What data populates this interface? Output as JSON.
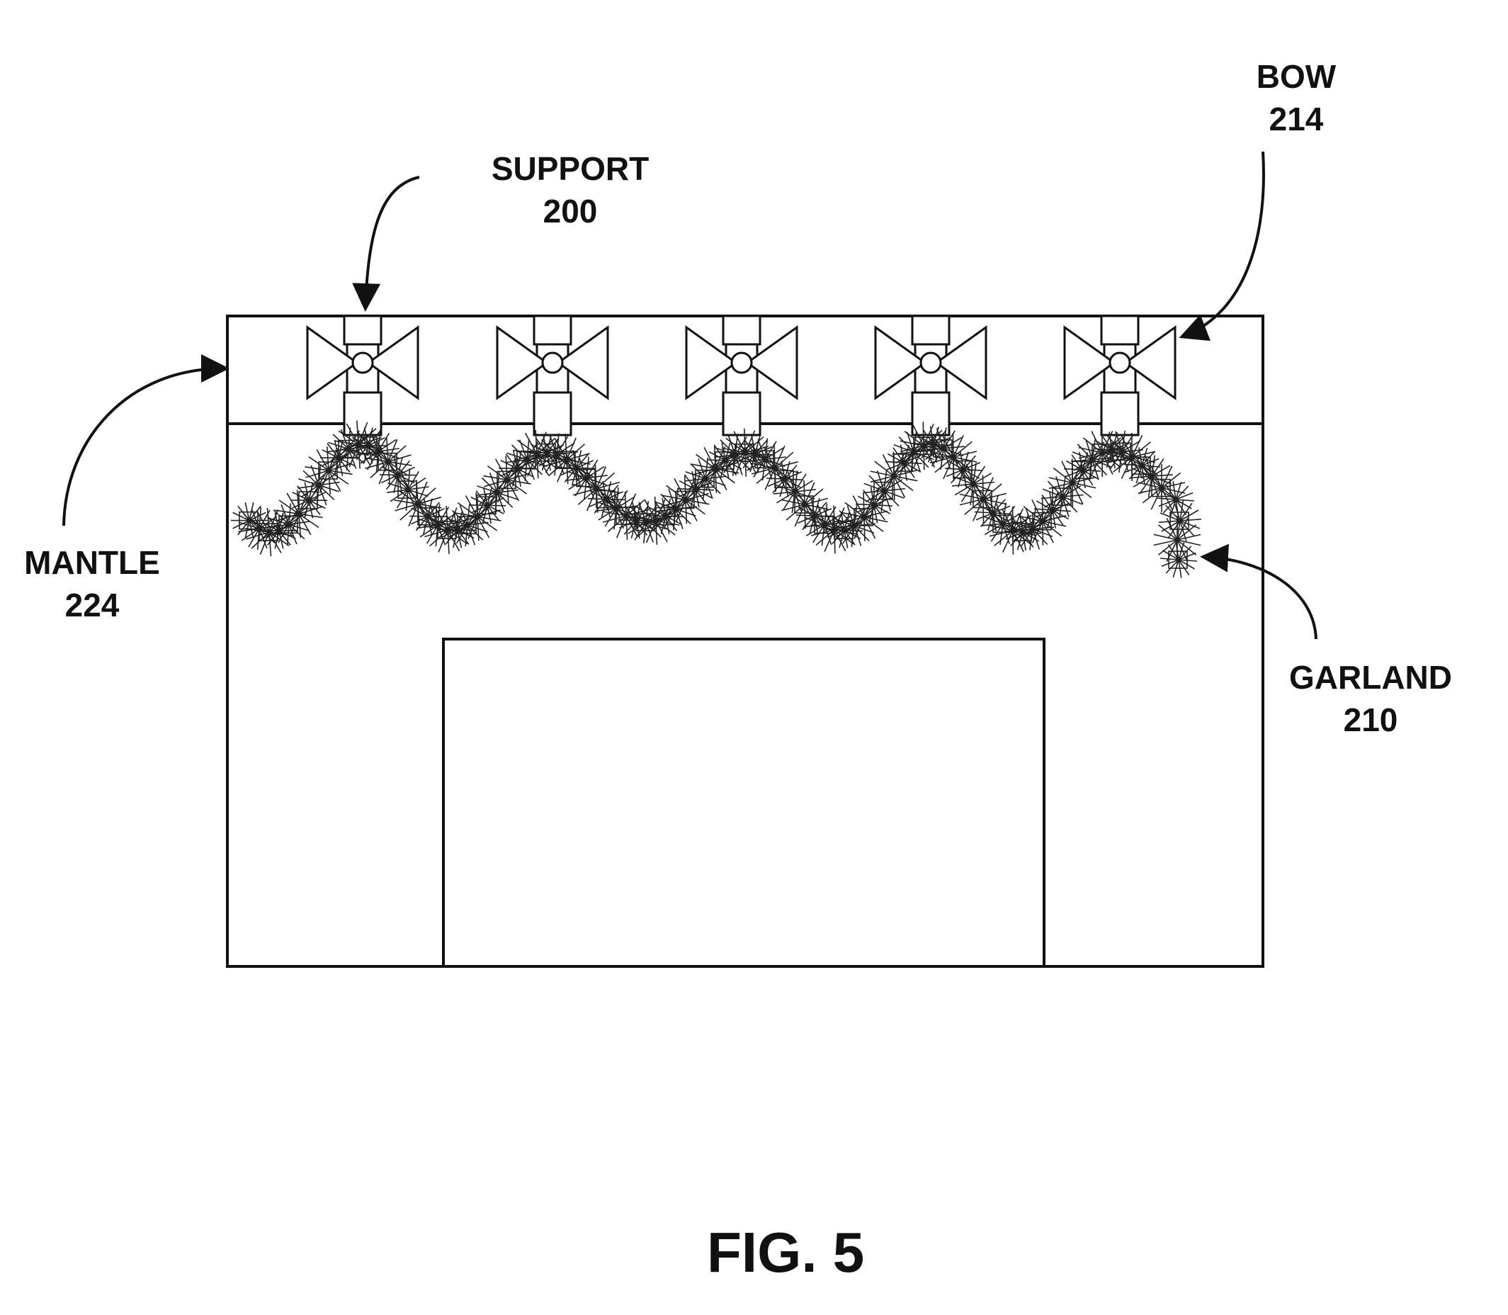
{
  "figure": {
    "caption": "FIG. 5",
    "labels": {
      "support": {
        "name": "SUPPORT",
        "number": "200"
      },
      "bow": {
        "name": "BOW",
        "number": "214"
      },
      "mantle": {
        "name": "MANTLE",
        "number": "224"
      },
      "garland": {
        "name": "GARLAND",
        "number": "210"
      }
    }
  }
}
